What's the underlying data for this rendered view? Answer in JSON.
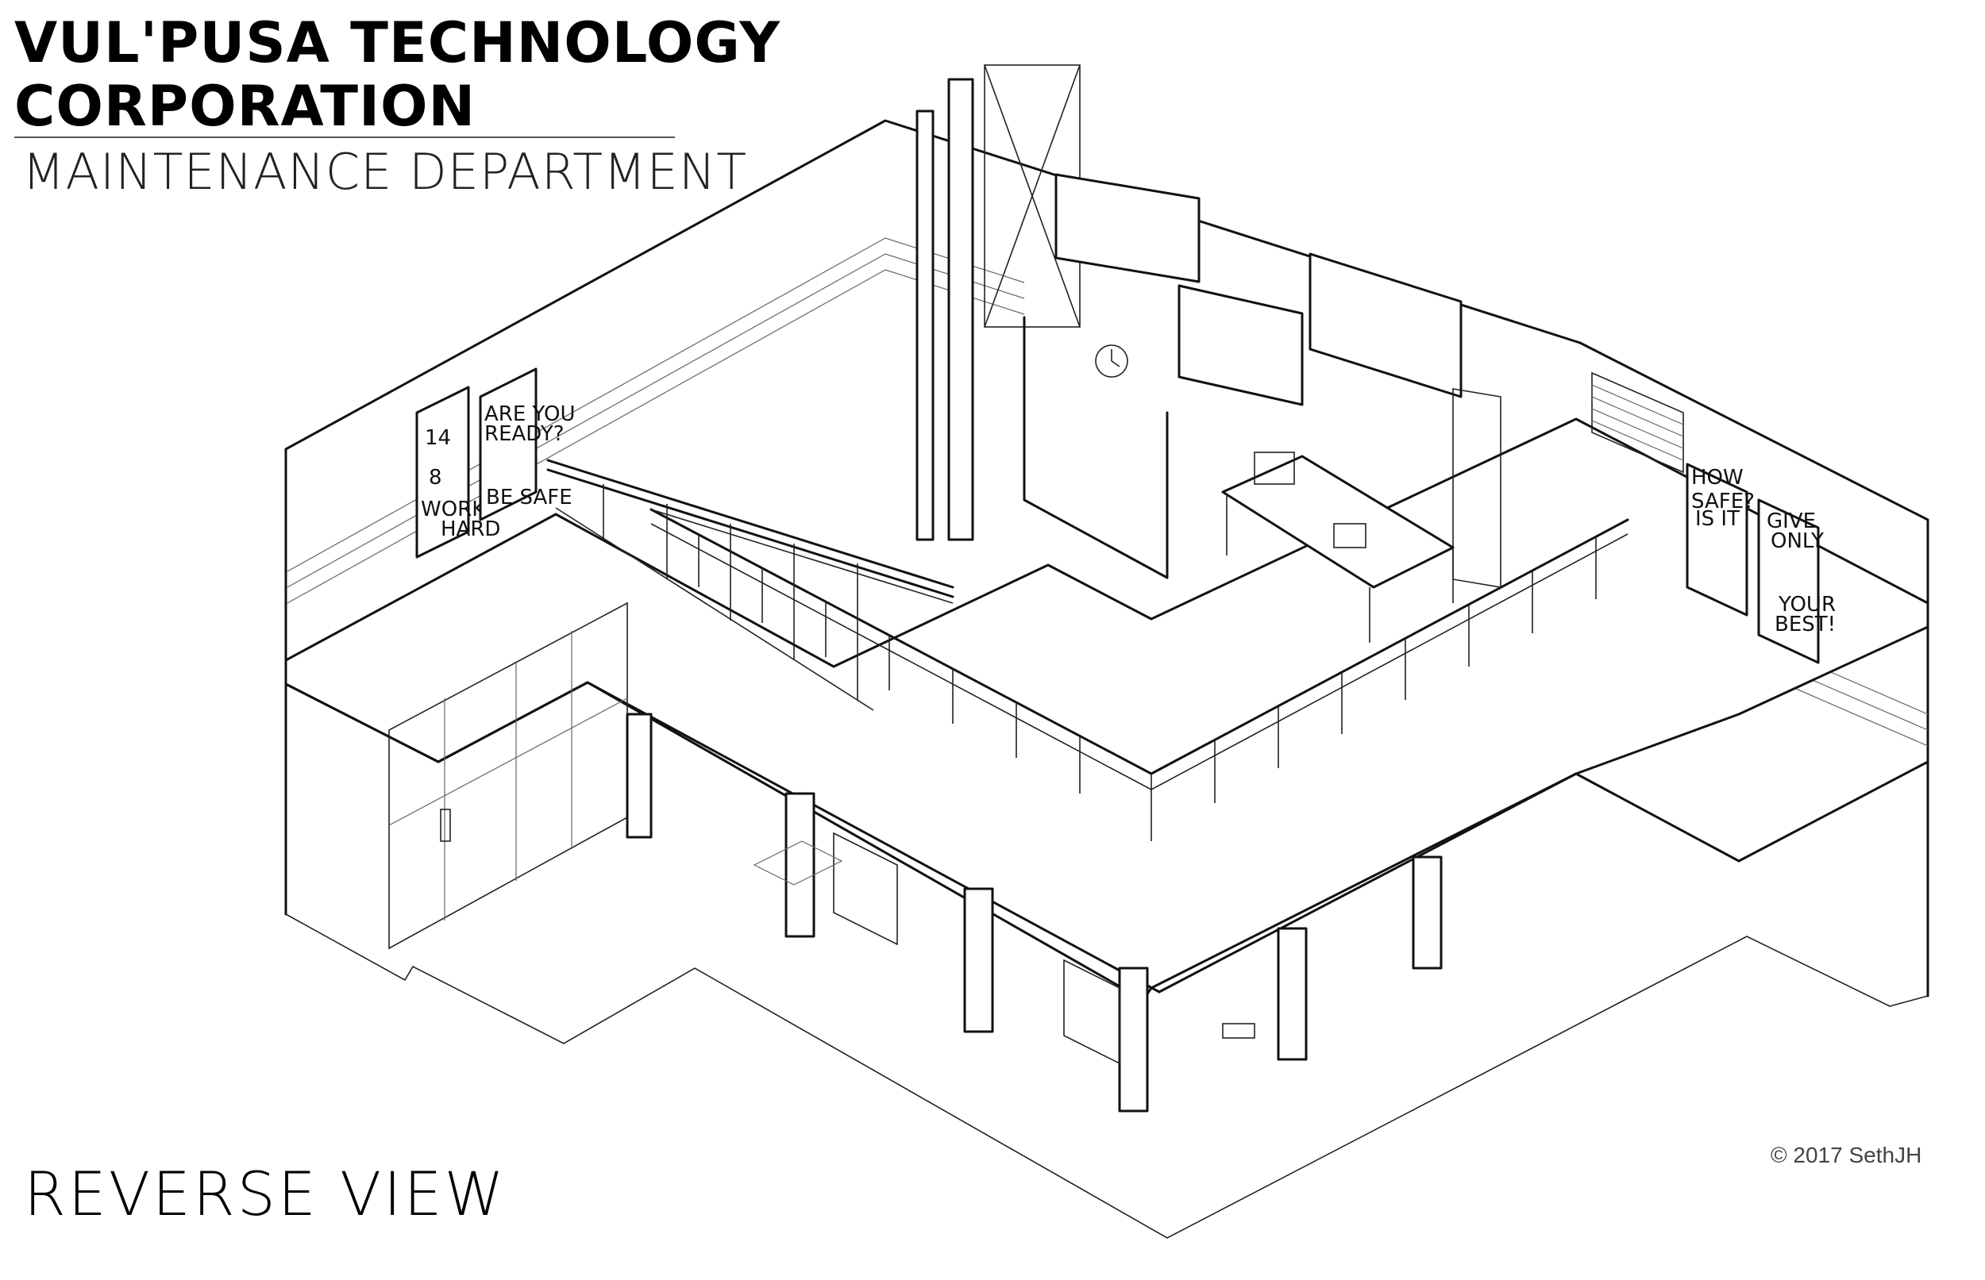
{
  "header": {
    "title_line1": "VUL'PUSA TECHNOLOGY",
    "title_line2": "CORPORATION",
    "subtitle": "MAINTENANCE DEPARTMENT"
  },
  "footer": {
    "view_label": "REVERSE VIEW",
    "copyright": "© 2017 SethJH"
  },
  "posters": {
    "work_days": {
      "line1": "14",
      "line2": "8",
      "line3": "WORK",
      "line4": "HARD"
    },
    "are_you_ready": {
      "line1": "ARE YOU",
      "line2": "READY?",
      "line3": "BE SAFE"
    },
    "how_safe": {
      "line1": "HOW",
      "line2": "SAFE?",
      "line3": "IS IT"
    },
    "give_only": {
      "line1": "GIVE",
      "line2": "ONLY",
      "line3": "YOUR",
      "line4": "BEST!"
    }
  },
  "colors": {
    "ink": "#111111",
    "background": "#ffffff",
    "subtle": "#666666"
  }
}
